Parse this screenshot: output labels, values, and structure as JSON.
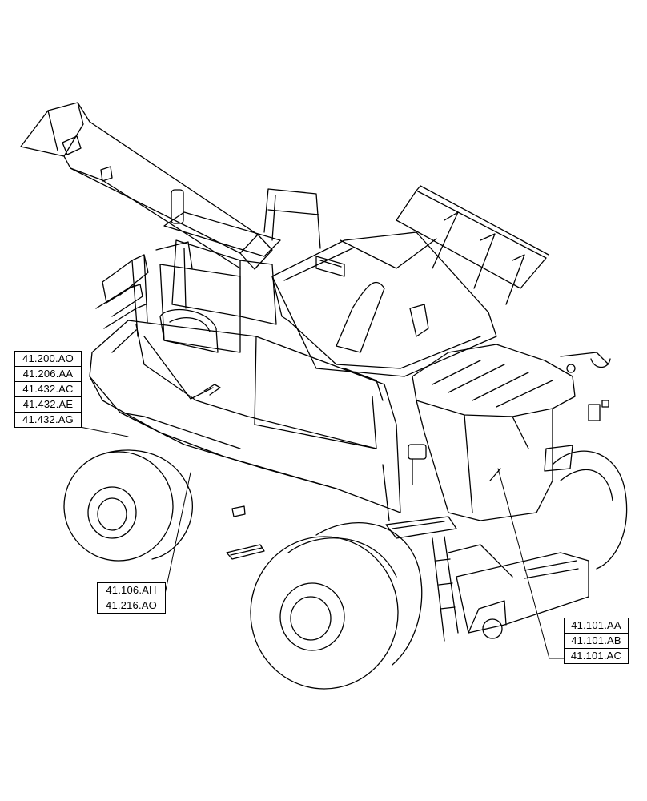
{
  "callouts": {
    "left": [
      "41.200.AO",
      "41.206.AA",
      "41.432.AC",
      "41.432.AE",
      "41.432.AG"
    ],
    "mid": [
      "41.106.AH",
      "41.216.AO"
    ],
    "right": [
      "41.101.AA",
      "41.101.AB",
      "41.101.AC"
    ]
  },
  "colors": {
    "line": "#000000",
    "background": "#ffffff"
  }
}
